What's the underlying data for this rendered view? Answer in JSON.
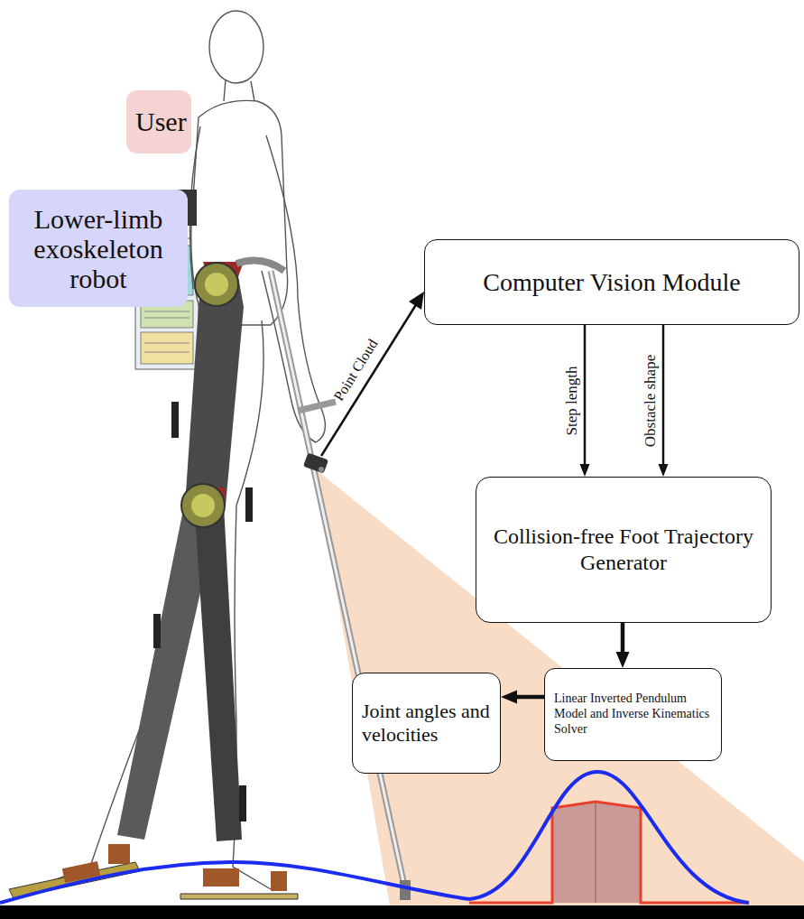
{
  "diagram": {
    "nodes": [
      {
        "text": [
          "User"
        ]
      },
      {
        "text": [
          "Lower-limb exoskeleton robot"
        ]
      },
      {
        "text": [
          "Computer Vision Module"
        ]
      },
      {
        "text": [
          "Collision-free Foot Trajectory Generator"
        ]
      },
      {
        "text": [
          "Linear Inverted Pendulum Model and Inverse Kinematics Solver"
        ]
      },
      {
        "text": [
          "Joint angles and velocities"
        ]
      }
    ],
    "edges": [
      {
        "from": 2,
        "to": 3,
        "label": "Step length",
        "arrow": "to"
      },
      {
        "from": 2,
        "to": 3,
        "label": "Obstacle shape",
        "arrow": "to"
      },
      {
        "from": 3,
        "to": 4,
        "arrow": "to"
      },
      {
        "from": 4,
        "to": 5,
        "arrow": "to"
      }
    ],
    "labels": [
      "Point Cloud"
    ]
  }
}
